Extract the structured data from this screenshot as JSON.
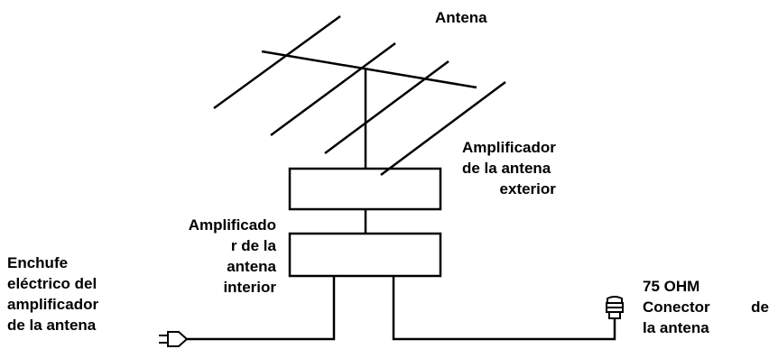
{
  "labels": {
    "antenna": "Antena",
    "outdoor_amplifier": [
      "Amplificador",
      "de la antena",
      "exterior"
    ],
    "indoor_amplifier": [
      "Amplificado",
      "r de la",
      "antena",
      "interior"
    ],
    "power_plug": [
      "Enchufe",
      "eléctrico del",
      "amplificador",
      "de la antena"
    ],
    "connector": {
      "line1": "75 OHM",
      "line2_left": "Conector",
      "line2_right": "de",
      "line3": "la antena"
    }
  },
  "colors": {
    "stroke": "#000000",
    "background": "#ffffff"
  }
}
